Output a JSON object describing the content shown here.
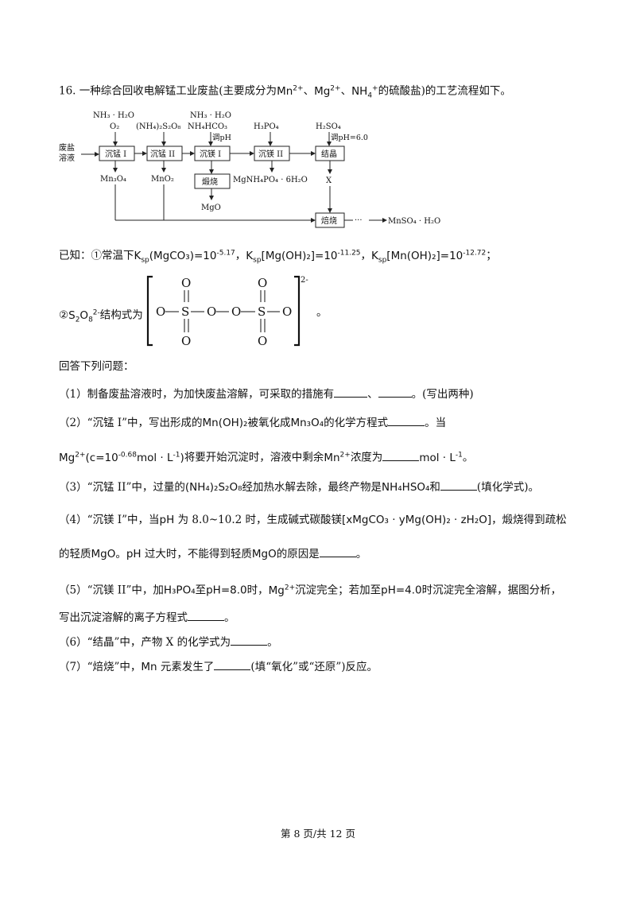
{
  "question": {
    "number": "16.",
    "intro_a": "一种综合回收电解锰工业废盐(主要成分为",
    "ion_mn": "Mn",
    "ion_mn_charge": "2+",
    "sep1": "、",
    "ion_mg": "Mg",
    "ion_mg_charge": "2+",
    "sep2": "、",
    "ion_nh": "NH",
    "ion_nh_sub": "4",
    "ion_nh_charge": "+",
    "intro_b": "的硫酸盐)的工艺流程如下。"
  },
  "flow": {
    "feed_line1": "废盐",
    "feed_line2": "溶液",
    "step1": "沉锰 I",
    "step2": "沉锰 II",
    "step3": "沉镁 I",
    "step4": "沉镁 II",
    "step5": "结晶",
    "step6": "煅烧",
    "step7": "焙烧",
    "reagent1_a": "NH₃ · H₂O",
    "reagent1_b": "O₂",
    "reagent2": "(NH₄)₂S₂O₈",
    "reagent3_a": "NH₃ · H₂O",
    "reagent3_b": "NH₄HCO₃",
    "reagent3_c": "调pH",
    "reagent4": "H₃PO₄",
    "reagent5_a": "H₂SO₄",
    "reagent5_b": "调pH=6.0",
    "out1": "Mn₃O₄",
    "out2": "MnO₂",
    "out3": "MgO",
    "out4": "MgNH₄PO₄ · 6H₂O",
    "out5": "X",
    "dots": "···",
    "final": "MnSO₄ · H₂O"
  },
  "known": {
    "label": "已知：①常温下",
    "ksp1_label": "K",
    "ksp_sub": "sp",
    "ksp1_compound": "(MgCO₃)=10",
    "ksp1_exp": "-5.17",
    "sep": "，",
    "ksp2_compound": "[Mg(OH)₂]=10",
    "ksp2_exp": "-11.25",
    "ksp3_compound": "[Mn(OH)₂]=10",
    "ksp3_exp": "-12.72",
    "end": "；"
  },
  "structure": {
    "label_prefix": "②",
    "ion": "S",
    "ion_sub1": "2",
    "ion_o": "O",
    "ion_sub2": "8",
    "ion_charge": "2-",
    "label_suffix": "结构式为",
    "charge": "2-",
    "period": "。",
    "atom_o": "O",
    "atom_s": "S"
  },
  "answer_intro": "回答下列问题：",
  "q1": {
    "a": "（1）制备废盐溶液时，为加快废盐溶解，可采取的措施有",
    "b": "、",
    "c": "。(写出两种)"
  },
  "q2": {
    "a": "（2）“沉锰 I”中，写出形成的",
    "b": "Mn(OH)₂",
    "c": "被氧化成",
    "d": "Mn₃O₄",
    "e": "的化学方程式",
    "f": "。当",
    "g": "Mg",
    "g_charge": "2+",
    "h": "(c=10",
    "h_exp": "-0.68",
    "i": "mol · L",
    "i_exp": "-1",
    "j": ")",
    "k": "将要开始沉淀时，溶液中剩余",
    "l": "Mn",
    "l_charge": "2+",
    "m": "浓度为",
    "n": "mol · L",
    "n_exp": "-1",
    "o": "。"
  },
  "q3": {
    "a": "（3）“沉锰 II”中，过量的",
    "b": "(NH₄)₂S₂O₈",
    "c": "经加热水解去除，最终产物是",
    "d": "NH₄HSO₄",
    "e": "和",
    "f": "(填化学式)。"
  },
  "q4": {
    "a": "（4）“沉镁 I”中，当",
    "b": "pH",
    "c": "为 8.0~10.2 时，生成碱式碳酸镁",
    "d": "[xMgCO₃ · yMg(OH)₂ · zH₂O]",
    "e": "，煅烧得到疏松",
    "f": "的轻质",
    "g": "MgO",
    "h": "。",
    "i": "pH",
    "j": "过大时，不能得到轻质",
    "k": "MgO",
    "l": "的原因是",
    "m": "。"
  },
  "q5": {
    "a": "（5）“沉镁 II”中，加",
    "b": "H₃PO₄",
    "c": "至",
    "d": "pH=8.0",
    "e": "时，",
    "f": "Mg",
    "f_charge": "2+",
    "g": "沉淀完全；若加至",
    "h": "pH=4.0",
    "i": "时沉淀完全溶解，据图分析，",
    "j": "写出沉淀溶解的离子方程式",
    "k": "。"
  },
  "q6": {
    "a": "（6）“结晶”中，产物 X 的化学式为",
    "b": "。"
  },
  "q7": {
    "a": "（7）“焙烧”中，",
    "b": "Mn",
    "c": "元素发生了",
    "d": "(填“氧化”或“还原”)反应。"
  },
  "footer": "第 8 页/共 12 页"
}
